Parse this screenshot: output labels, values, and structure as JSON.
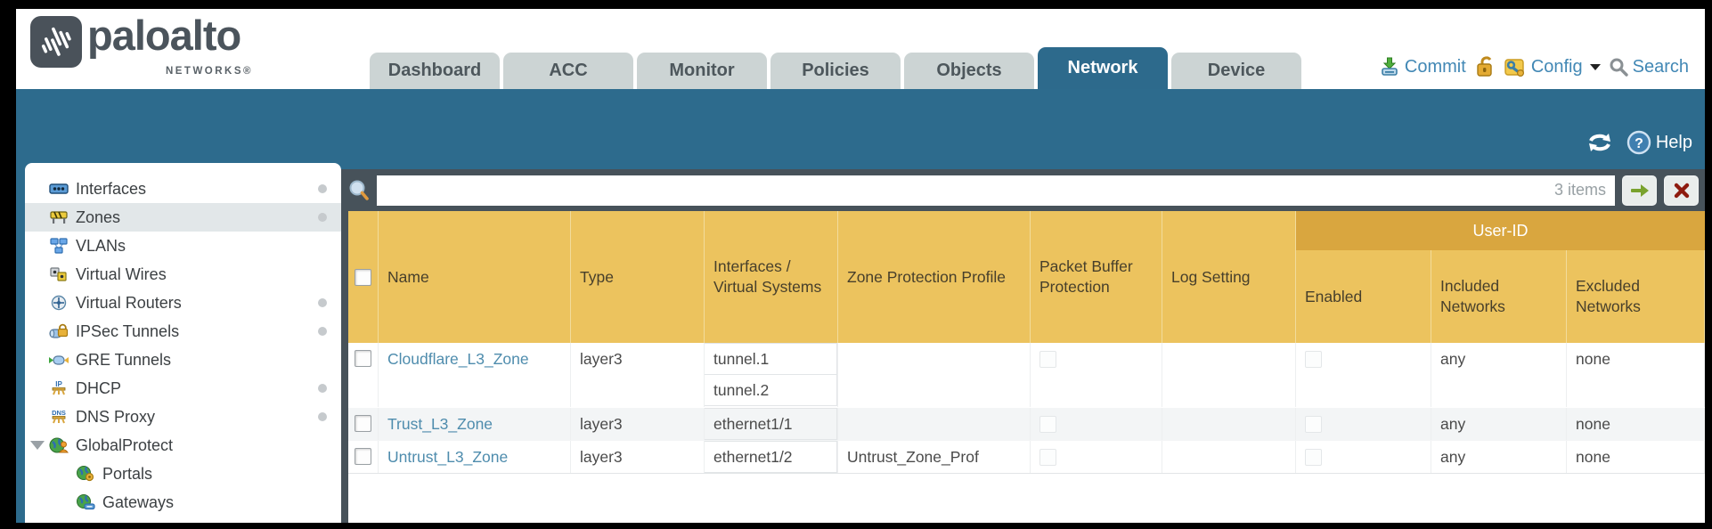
{
  "brand": {
    "name": "paloalto",
    "subname": "NETWORKS®"
  },
  "tabs": [
    {
      "label": "Dashboard",
      "active": false
    },
    {
      "label": "ACC",
      "active": false
    },
    {
      "label": "Monitor",
      "active": false
    },
    {
      "label": "Policies",
      "active": false
    },
    {
      "label": "Objects",
      "active": false
    },
    {
      "label": "Network",
      "active": true
    },
    {
      "label": "Device",
      "active": false
    }
  ],
  "header_actions": {
    "commit": "Commit",
    "config": "Config",
    "search": "Search"
  },
  "band": {
    "help_label": "Help"
  },
  "sidebar": {
    "items": [
      {
        "label": "Interfaces",
        "icon": "interfaces-icon",
        "dot": true,
        "selected": false
      },
      {
        "label": "Zones",
        "icon": "zones-icon",
        "dot": true,
        "selected": true
      },
      {
        "label": "VLANs",
        "icon": "vlans-icon",
        "dot": false,
        "selected": false
      },
      {
        "label": "Virtual Wires",
        "icon": "virtual-wires-icon",
        "dot": false,
        "selected": false
      },
      {
        "label": "Virtual Routers",
        "icon": "virtual-routers-icon",
        "dot": true,
        "selected": false
      },
      {
        "label": "IPSec Tunnels",
        "icon": "ipsec-tunnels-icon",
        "dot": true,
        "selected": false
      },
      {
        "label": "GRE Tunnels",
        "icon": "gre-tunnels-icon",
        "dot": false,
        "selected": false
      },
      {
        "label": "DHCP",
        "icon": "dhcp-icon",
        "dot": true,
        "selected": false
      },
      {
        "label": "DNS Proxy",
        "icon": "dns-proxy-icon",
        "dot": true,
        "selected": false
      },
      {
        "label": "GlobalProtect",
        "icon": "globalprotect-icon",
        "dot": false,
        "selected": false,
        "expanded": true
      },
      {
        "label": "Portals",
        "icon": "portals-icon",
        "dot": false,
        "selected": false,
        "child": true
      },
      {
        "label": "Gateways",
        "icon": "gateways-icon",
        "dot": false,
        "selected": false,
        "child": true
      }
    ]
  },
  "filter_bar": {
    "query": "",
    "items_count": "3 items"
  },
  "table": {
    "group_header": "User-ID",
    "columns": [
      "Name",
      "Type",
      "Interfaces / Virtual Systems",
      "Zone Protection Profile",
      "Packet Buffer Protection",
      "Log Setting",
      "Enabled",
      "Included Networks",
      "Excluded Networks"
    ],
    "rows": [
      {
        "name": "Cloudflare_L3_Zone",
        "type": "layer3",
        "interfaces": [
          "tunnel.1",
          "tunnel.2"
        ],
        "zone_protection_profile": "",
        "log_setting": "",
        "included_networks": "any",
        "excluded_networks": "none"
      },
      {
        "name": "Trust_L3_Zone",
        "type": "layer3",
        "interfaces": [
          "ethernet1/1"
        ],
        "zone_protection_profile": "",
        "log_setting": "",
        "included_networks": "any",
        "excluded_networks": "none"
      },
      {
        "name": "Untrust_L3_Zone",
        "type": "layer3",
        "interfaces": [
          "ethernet1/2"
        ],
        "zone_protection_profile": "Untrust_Zone_Prof",
        "log_setting": "",
        "included_networks": "any",
        "excluded_networks": "none"
      }
    ]
  },
  "colors": {
    "accent_teal": "#2d6b8d",
    "table_header_orange": "#ecc35e",
    "user_id_band": "#d9a63f",
    "header_link_blue": "#4288b5",
    "zone_link_blue": "#4e8cad",
    "filter_bar_bg": "#47525a"
  }
}
